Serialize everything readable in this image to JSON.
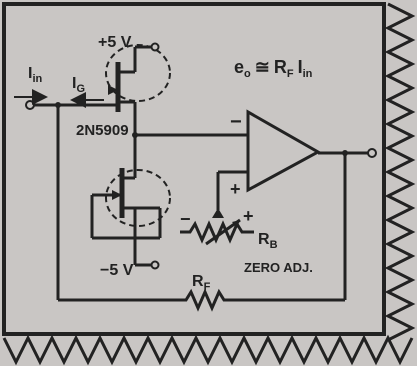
{
  "labels": {
    "input_current": "I",
    "input_current_sub": "in",
    "gate_current": "I",
    "gate_current_sub": "G",
    "transistor": "2N5909",
    "vplus": "+5 V",
    "vminus": "−5 V",
    "minus_input": "−",
    "plus_input": "+",
    "pot_minus": "−",
    "pot_plus": "+",
    "rb": "R",
    "rb_sub": "B",
    "zero_adj": "ZERO ADJ.",
    "rf": "R",
    "rf_sub": "F",
    "eq_e": "e",
    "eq_e_sub": "o",
    "eq_approx": "≅",
    "eq_r": "R",
    "eq_r_sub": "F",
    "eq_i": "I",
    "eq_i_sub": "in"
  },
  "colors": {
    "panel": "#c9c6c4",
    "ink": "#222222",
    "stripe": "#d9d7d5"
  }
}
